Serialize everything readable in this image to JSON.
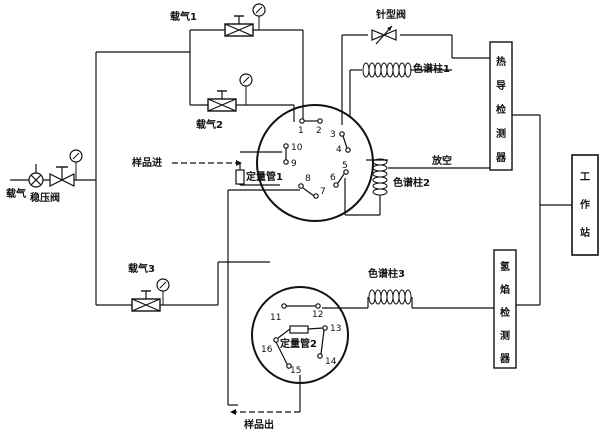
{
  "labels": {
    "carrier_gas": "载气",
    "pressure_valve": "稳压阀",
    "carrier1": "载气1",
    "carrier2": "载气2",
    "carrier3": "载气3",
    "needle_valve": "针型阀",
    "column1": "色谱柱1",
    "column2": "色谱柱2",
    "column3": "色谱柱3",
    "sample_in": "样品进",
    "sample_out": "样品出",
    "vent": "放空",
    "loop1": "定量管1",
    "loop2": "定量管2"
  },
  "detectors": {
    "tcd": [
      "热",
      "导",
      "检",
      "测",
      "器"
    ],
    "fid": [
      "氢",
      "焰",
      "检",
      "测",
      "器"
    ]
  },
  "workstation": [
    "工",
    "作",
    "站"
  ],
  "ports": {
    "v1": [
      "1",
      "2",
      "3",
      "4",
      "5",
      "6",
      "7",
      "8",
      "9",
      "10"
    ],
    "v2": [
      "11",
      "12",
      "13",
      "14",
      "15",
      "16"
    ]
  }
}
